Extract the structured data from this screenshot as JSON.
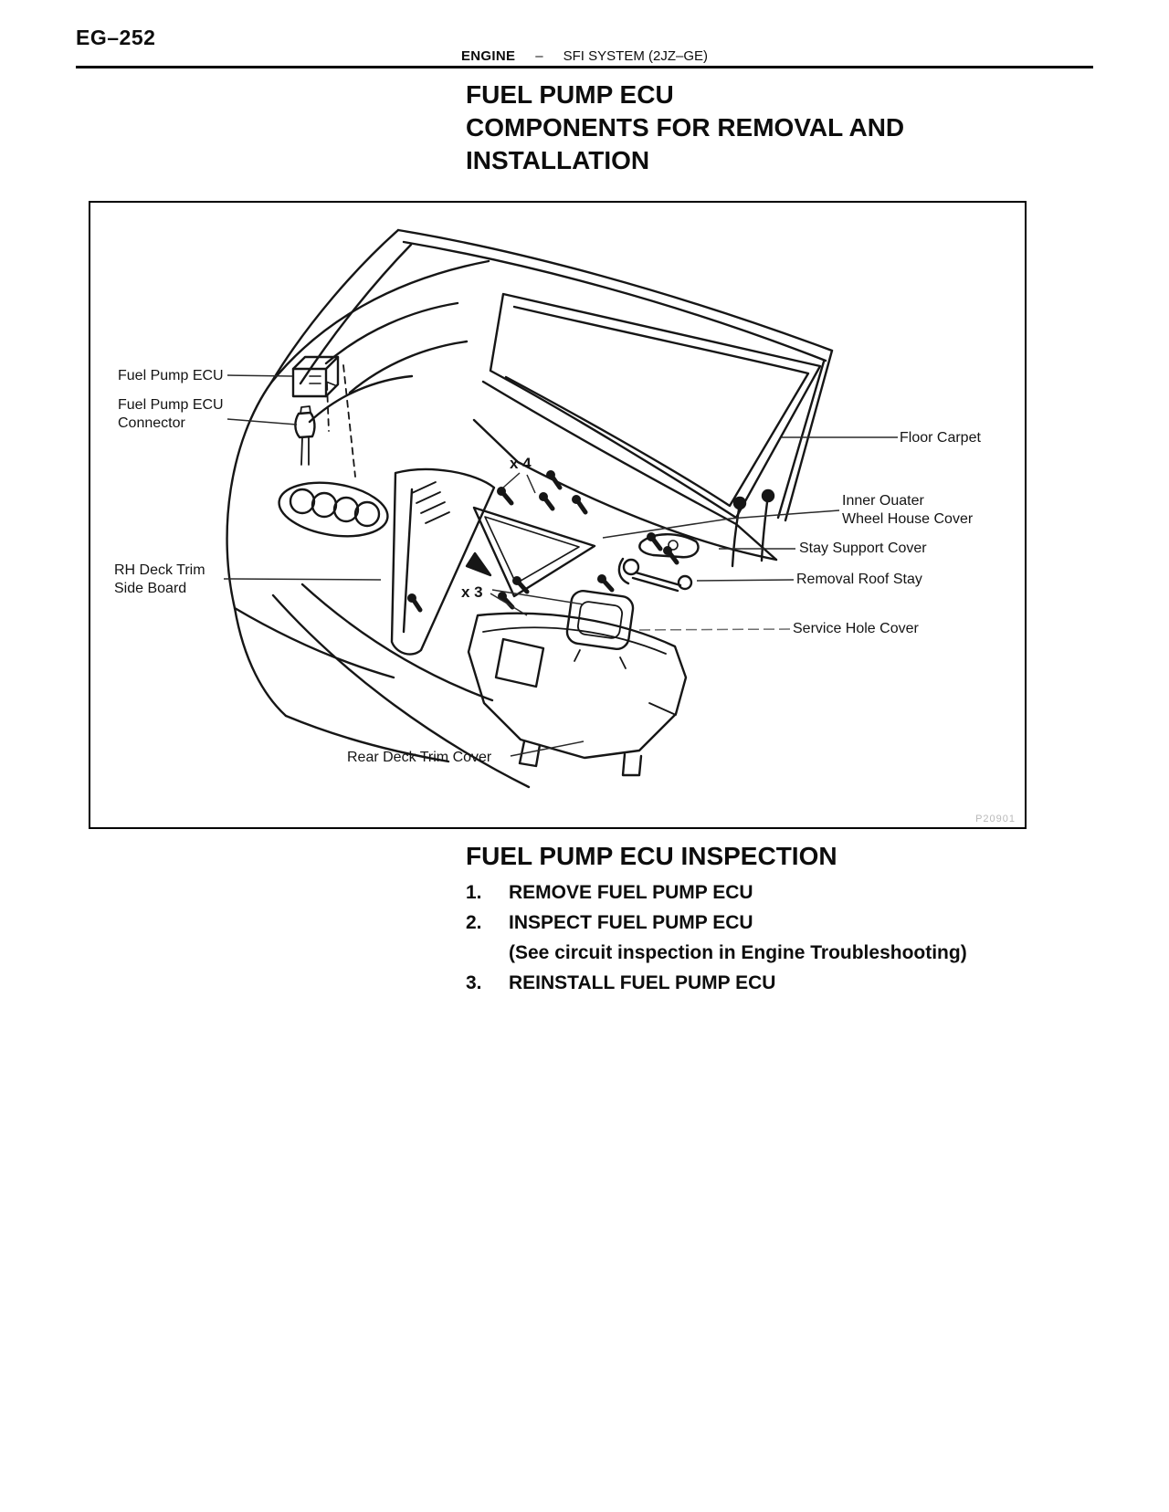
{
  "page": {
    "code": "EG–252",
    "header": {
      "section": "ENGINE",
      "separator": "–",
      "subsection": "SFI SYSTEM (2JZ–GE)"
    },
    "title_lines": [
      "FUEL PUMP ECU",
      "COMPONENTS FOR REMOVAL AND",
      "INSTALLATION"
    ]
  },
  "figure": {
    "code": "P20901",
    "labels": {
      "fuel_pump_ecu": "Fuel Pump ECU",
      "fuel_pump_ecu_connector": "Fuel Pump ECU\nConnector",
      "rh_deck_trim_side_board": "RH Deck Trim\nSide Board",
      "rear_deck_trim_cover": "Rear Deck Trim Cover",
      "floor_carpet": "Floor Carpet",
      "inner_quarter_wheel_house_cover": "Inner Ouater\nWheel House Cover",
      "stay_support_cover": "Stay Support Cover",
      "removal_roof_stay": "Removal Roof Stay",
      "service_hole_cover": "Service Hole Cover",
      "qty_x4": "x 4",
      "qty_x3": "x 3"
    }
  },
  "inspection": {
    "heading": "FUEL PUMP ECU INSPECTION",
    "steps": [
      {
        "num": "1.",
        "text": "REMOVE FUEL PUMP ECU",
        "note": ""
      },
      {
        "num": "2.",
        "text": "INSPECT FUEL PUMP ECU",
        "note": "(See circuit inspection in Engine Troubleshooting)"
      },
      {
        "num": "3.",
        "text": "REINSTALL FUEL PUMP ECU",
        "note": ""
      }
    ]
  }
}
